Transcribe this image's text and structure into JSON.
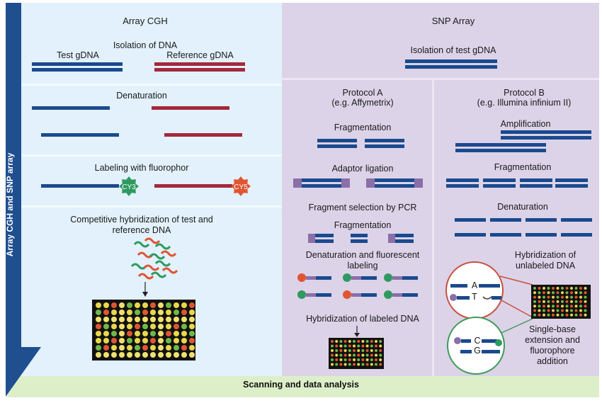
{
  "side_label": "Array CGH and SNP array",
  "footer": "Scanning and data analysis",
  "cgh": {
    "title": "Array CGH",
    "isolation": "Isolation of DNA",
    "test_label": "Test gDNA",
    "reference_label": "Reference gDNA",
    "denaturation": "Denaturation",
    "labeling": "Labeling with fluorophor",
    "cy3": "CY3",
    "cy5": "CY5",
    "hybridization": "Competitive hybridization of test and reference DNA"
  },
  "snp": {
    "title": "SNP Array",
    "isolation": "Isolation of test gDNA",
    "protocol_a": {
      "title": "Protocol A",
      "subtitle": "(e.g. Affymetrix)",
      "fragmentation": "Fragmentation",
      "adaptor": "Adaptor ligation",
      "fragment_selection": "Fragment selection by PCR",
      "fragmentation2": "Fragmentation",
      "denat_label": "Denaturation and fluorescent labeling",
      "hyb_labeled": "Hybridization of labeled DNA"
    },
    "protocol_b": {
      "title": "Protocol B",
      "subtitle": "(e.g. Illumina infinium II)",
      "amplification": "Amplification",
      "fragmentation": "Fragmentation",
      "denaturation": "Denaturation",
      "hyb_unlabeled": "Hybridization of unlabeled DNA",
      "top_letter": "A",
      "top_letter2": "T",
      "bottom_letter": "C",
      "bottom_letter2": "G",
      "single_base": "Single-base extension and fluorophore addition"
    }
  },
  "colors": {
    "dna_blue": "#1a4a8e",
    "dna_red": "#a4283a",
    "side_bar": "#1f4f8f",
    "cgh_panel": "#e2f1fb",
    "snp_panel": "#dcd3e8",
    "footer_panel": "#dcefc9",
    "cy3": "#2f9a60",
    "cy5": "#e05533",
    "adaptor": "#8a6fa8",
    "circle_red": "#c7503f",
    "circle_green": "#3f9a5a"
  }
}
